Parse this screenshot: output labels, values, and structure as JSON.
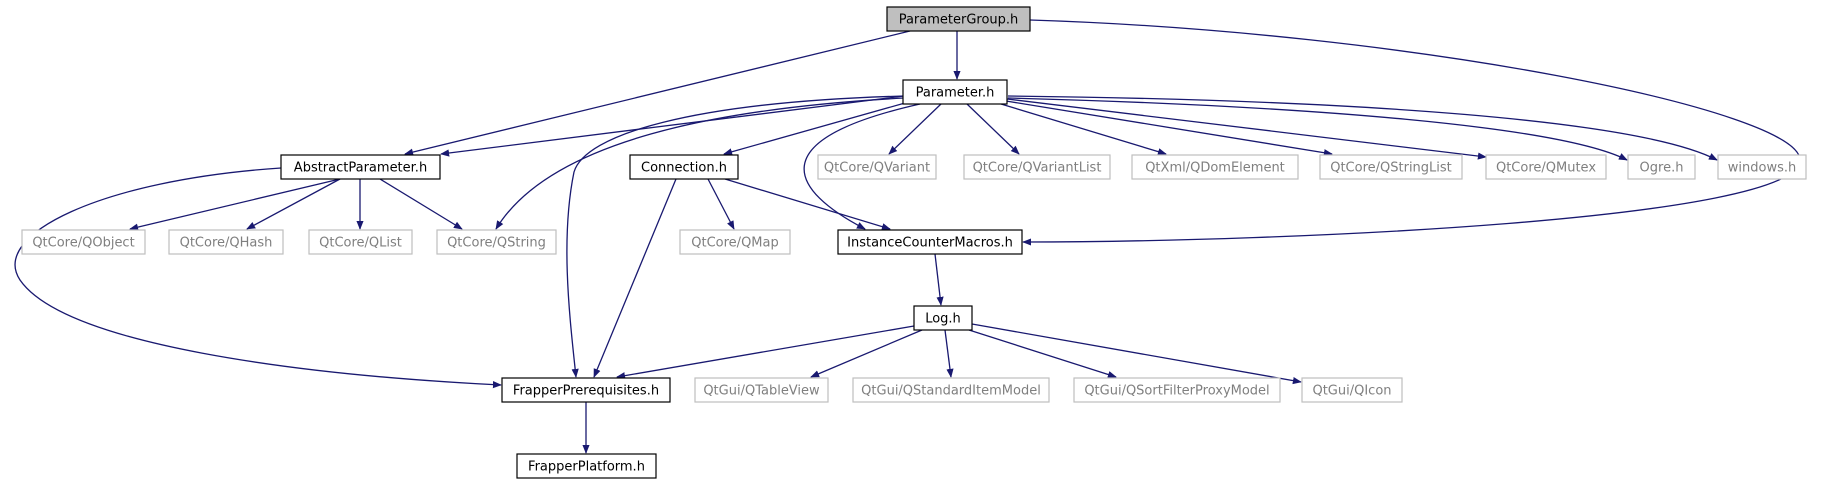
{
  "colors": {
    "edge": "#191970",
    "node_border": "#000000",
    "node_text": "#000000",
    "system_border": "#bfbfbf",
    "system_text": "#7f7f7f",
    "root_fill": "#bfbfbf",
    "fill": "#ffffff"
  },
  "nodes": [
    {
      "id": "ParameterGroup",
      "label": "ParameterGroup.h",
      "kind": "root"
    },
    {
      "id": "Parameter",
      "label": "Parameter.h",
      "kind": "local"
    },
    {
      "id": "AbstractParameter",
      "label": "AbstractParameter.h",
      "kind": "local"
    },
    {
      "id": "Connection",
      "label": "Connection.h",
      "kind": "local"
    },
    {
      "id": "QVariant",
      "label": "QtCore/QVariant",
      "kind": "system"
    },
    {
      "id": "QVariantList",
      "label": "QtCore/QVariantList",
      "kind": "system"
    },
    {
      "id": "QDomElement",
      "label": "QtXml/QDomElement",
      "kind": "system"
    },
    {
      "id": "QStringList",
      "label": "QtCore/QStringList",
      "kind": "system"
    },
    {
      "id": "QMutex",
      "label": "QtCore/QMutex",
      "kind": "system"
    },
    {
      "id": "Ogre",
      "label": "Ogre.h",
      "kind": "system"
    },
    {
      "id": "windows",
      "label": "windows.h",
      "kind": "system"
    },
    {
      "id": "QObject",
      "label": "QtCore/QObject",
      "kind": "system"
    },
    {
      "id": "QHash",
      "label": "QtCore/QHash",
      "kind": "system"
    },
    {
      "id": "QList",
      "label": "QtCore/QList",
      "kind": "system"
    },
    {
      "id": "QString",
      "label": "QtCore/QString",
      "kind": "system"
    },
    {
      "id": "QMap",
      "label": "QtCore/QMap",
      "kind": "system"
    },
    {
      "id": "InstanceCounterMacros",
      "label": "InstanceCounterMacros.h",
      "kind": "local"
    },
    {
      "id": "Log",
      "label": "Log.h",
      "kind": "local"
    },
    {
      "id": "FrapperPrerequisites",
      "label": "FrapperPrerequisites.h",
      "kind": "local"
    },
    {
      "id": "QTableView",
      "label": "QtGui/QTableView",
      "kind": "system"
    },
    {
      "id": "QStandardItemModel",
      "label": "QtGui/QStandardItemModel",
      "kind": "system"
    },
    {
      "id": "QSortFilterProxyModel",
      "label": "QtGui/QSortFilterProxyModel",
      "kind": "system"
    },
    {
      "id": "QIcon",
      "label": "QtGui/QIcon",
      "kind": "system"
    },
    {
      "id": "FrapperPlatform",
      "label": "FrapperPlatform.h",
      "kind": "local"
    }
  ],
  "edges": [
    {
      "from": "ParameterGroup",
      "to": "Parameter"
    },
    {
      "from": "ParameterGroup",
      "to": "AbstractParameter"
    },
    {
      "from": "ParameterGroup",
      "to": "InstanceCounterMacros"
    },
    {
      "from": "Parameter",
      "to": "AbstractParameter"
    },
    {
      "from": "Parameter",
      "to": "Connection"
    },
    {
      "from": "Parameter",
      "to": "QVariant"
    },
    {
      "from": "Parameter",
      "to": "QVariantList"
    },
    {
      "from": "Parameter",
      "to": "QDomElement"
    },
    {
      "from": "Parameter",
      "to": "QStringList"
    },
    {
      "from": "Parameter",
      "to": "QMutex"
    },
    {
      "from": "Parameter",
      "to": "Ogre"
    },
    {
      "from": "Parameter",
      "to": "windows"
    },
    {
      "from": "Parameter",
      "to": "QString"
    },
    {
      "from": "Parameter",
      "to": "FrapperPrerequisites"
    },
    {
      "from": "Parameter",
      "to": "InstanceCounterMacros"
    },
    {
      "from": "AbstractParameter",
      "to": "QObject"
    },
    {
      "from": "AbstractParameter",
      "to": "QHash"
    },
    {
      "from": "AbstractParameter",
      "to": "QList"
    },
    {
      "from": "AbstractParameter",
      "to": "QString"
    },
    {
      "from": "AbstractParameter",
      "to": "FrapperPrerequisites"
    },
    {
      "from": "Connection",
      "to": "QMap"
    },
    {
      "from": "Connection",
      "to": "InstanceCounterMacros"
    },
    {
      "from": "Connection",
      "to": "FrapperPrerequisites"
    },
    {
      "from": "InstanceCounterMacros",
      "to": "Log"
    },
    {
      "from": "Log",
      "to": "FrapperPrerequisites"
    },
    {
      "from": "Log",
      "to": "QTableView"
    },
    {
      "from": "Log",
      "to": "QStandardItemModel"
    },
    {
      "from": "Log",
      "to": "QSortFilterProxyModel"
    },
    {
      "from": "Log",
      "to": "QIcon"
    },
    {
      "from": "FrapperPrerequisites",
      "to": "FrapperPlatform"
    }
  ]
}
